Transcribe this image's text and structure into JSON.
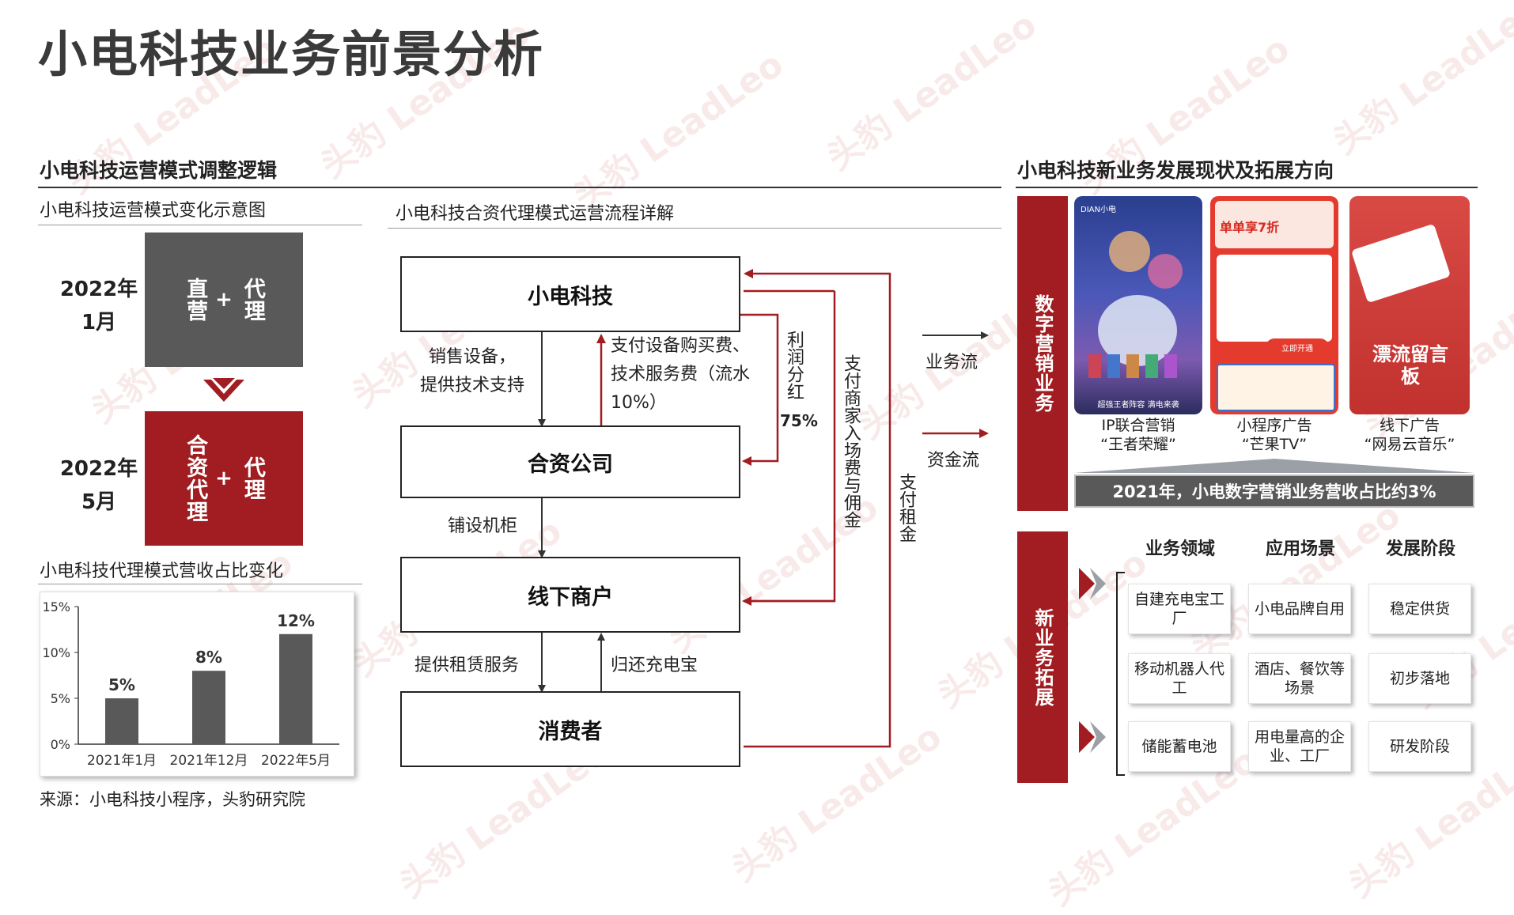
{
  "title": "小电科技业务前景分析",
  "watermark": {
    "cn": "头豹",
    "en": "LeadLeo"
  },
  "left": {
    "section_title": "小电科技运营模式调整逻辑",
    "change_diagram": {
      "title": "小电科技运营模式变化示意图",
      "stages": [
        {
          "year": "2022年",
          "month": "1月",
          "mode_a": "直营",
          "plus": "+",
          "mode_b": "代理",
          "color": "#595959"
        },
        {
          "year": "2022年",
          "month": "5月",
          "mode_a": "合资代理",
          "plus": "+",
          "mode_b": "代理",
          "color": "#a11d21"
        }
      ]
    },
    "revenue_chart_title": "小电科技代理模式营收占比变化",
    "source": "来源：小电科技小程序，头豹研究院"
  },
  "chart_data": {
    "type": "bar",
    "categories": [
      "2021年1月",
      "2021年12月",
      "2022年5月"
    ],
    "values": [
      5,
      8,
      12
    ],
    "value_labels": [
      "5%",
      "8%",
      "12%"
    ],
    "y_ticks": [
      "15%",
      "10%",
      "5%",
      "0%"
    ],
    "ylim": [
      0,
      15
    ],
    "bar_color": "#595959",
    "title": "",
    "xlabel": "",
    "ylabel": ""
  },
  "flow": {
    "title": "小电科技合资代理模式运营流程详解",
    "nodes": {
      "company": "小电科技",
      "jv": "合资公司",
      "merchant": "线下商户",
      "consumer": "消费者"
    },
    "labels": {
      "sell": "销售设备，\n提供技术支持",
      "pay_fee": "支付设备购买费、\n技术服务费（流水\n10%）",
      "profit": "利润分红",
      "profit_pct": "75%",
      "entry_fee": "支付商家入场费与佣金",
      "rent": "支付租金",
      "lay": "铺设机柜",
      "lease": "提供租赁服务",
      "return": "归还充电宝"
    },
    "legend": {
      "business": "业务流",
      "fund": "资金流"
    },
    "colors": {
      "business": "#333333",
      "fund": "#a11d21"
    }
  },
  "right": {
    "section_title": "小电科技新业务发展现状及拓展方向",
    "digital": {
      "side_label": "数字营销业务",
      "items": [
        {
          "caption1": "IP联合营销",
          "caption2": "“王者荣耀”",
          "thumb_text": "超强王者阵容 满电来袭",
          "thumb_header": "DIAN小电"
        },
        {
          "caption1": "小程序广告",
          "caption2": "“芒果TV”",
          "thumb_text": "单单享7折",
          "thumb_sub": "立即开通"
        },
        {
          "caption1": "线下广告",
          "caption2": "“网易云音乐”",
          "thumb_text": "漂流留言板"
        }
      ],
      "banner": "2021年，小电数字营销业务营收占比约3%"
    },
    "new_biz": {
      "side_label": "新业务拓展",
      "headers": [
        "业务领域",
        "应用场景",
        "发展阶段"
      ],
      "rows": [
        [
          "自建充电宝工厂",
          "小电品牌自用",
          "稳定供货"
        ],
        [
          "移动机器人代工",
          "酒店、餐饮等场景",
          "初步落地"
        ],
        [
          "储能蓄电池",
          "用电量高的企业、工厂",
          "研发阶段"
        ]
      ]
    }
  }
}
